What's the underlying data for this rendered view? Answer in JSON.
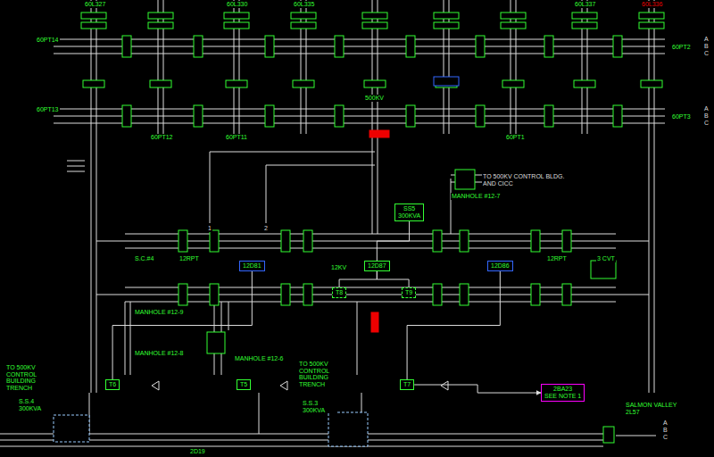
{
  "diagram": {
    "nodes": [
      {
        "text": [
          "12D87"
        ]
      },
      {
        "text": [
          "12D81"
        ]
      },
      {
        "text": [
          "12D86"
        ]
      },
      {
        "text": [
          "T8"
        ]
      },
      {
        "text": [
          "T9"
        ]
      },
      {
        "text": [
          "SS5",
          "300KVA"
        ]
      },
      {
        "text": [
          "T6"
        ]
      },
      {
        "text": [
          "T5"
        ]
      },
      {
        "text": [
          "T7"
        ]
      },
      {
        "text": [
          "2BA23",
          "SEE NOTE 1"
        ]
      }
    ],
    "edges": [
      {
        "from": 5,
        "to": 0,
        "arrow": "none"
      },
      {
        "from": 0,
        "to": 3,
        "arrow": "none"
      },
      {
        "from": 0,
        "to": 4,
        "arrow": "none"
      },
      {
        "from": 1,
        "to": 6,
        "arrow": "none"
      },
      {
        "from": 2,
        "to": 8,
        "arrow": "none"
      },
      {
        "from": 8,
        "to": 9,
        "arrow": "to"
      }
    ],
    "labels": [
      "60L327",
      "60L330",
      "60L335",
      "60L337",
      "60L336",
      "60PT14",
      "60PT13",
      "60PT2",
      "60PT3",
      "A",
      "B",
      "C",
      "A",
      "B",
      "C",
      "500KV",
      "60PT12",
      "60PT11",
      "60PT1",
      "TO 500KV CONTROL BLDG. AND CICC",
      "MANHOLE #12-7",
      "1",
      "2",
      "12RPT",
      "12RPT",
      "S.C.#4",
      "3 CVT",
      "12KV",
      "MANHOLE #12-9",
      "MANHOLE #12-8",
      "MANHOLE #12-6",
      "TO 500KV CONTROL BUILDING TRENCH",
      "S.S.4 300KVA",
      "TO 500KV CONTROL BUILDING TRENCH",
      "S.S.3 300KVA",
      "SALMON VALLEY 2L57",
      "A",
      "B",
      "C",
      "2D19"
    ]
  }
}
